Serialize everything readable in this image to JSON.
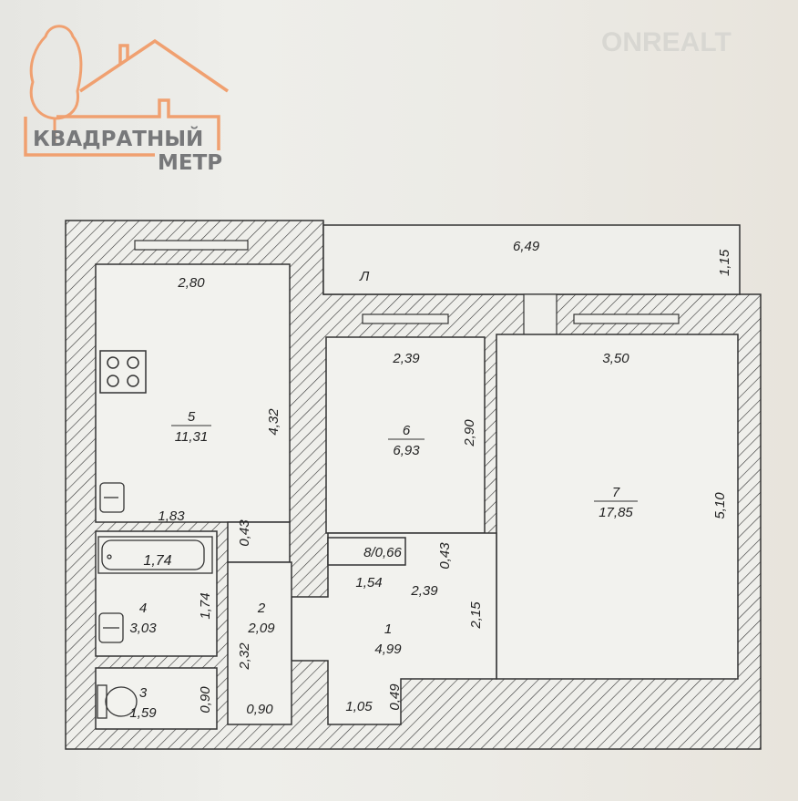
{
  "logo": {
    "line1": "КВАДРАТНЫЙ",
    "line2": "МЕТР",
    "color": "#f0a070"
  },
  "watermark": "ONREALT",
  "balcony": {
    "label": "Л",
    "length": "6,49",
    "width": "1,15"
  },
  "rooms": [
    {
      "number": "5",
      "area": "11,31"
    },
    {
      "number": "6",
      "area": "6,93"
    },
    {
      "number": "7",
      "area": "17,85"
    },
    {
      "number": "4",
      "area": "3,03"
    },
    {
      "number": "2",
      "area": "2,09"
    },
    {
      "number": "1",
      "area": "4,99"
    },
    {
      "number": "3",
      "area": "1,59"
    },
    {
      "label": "8/0,66"
    }
  ],
  "dimensions": {
    "kitchen_width": "2,80",
    "kitchen_length": "4,32",
    "kitchen_bottom": "1,83",
    "kitchen_passage": "0,43",
    "room6_width": "2,39",
    "room6_length": "2,90",
    "room7_width": "3,50",
    "room7_length": "5,10",
    "bath_tub": "1,74",
    "bath_height": "1,74",
    "closet_passage": "0,43",
    "closet_width": "1,54",
    "hall_width": "2,39",
    "hall_length": "2,15",
    "corridor_length": "2,32",
    "toilet_height": "0,90",
    "corridor_width": "0,90",
    "entrance_width": "1,05",
    "entrance_depth": "0,49"
  }
}
